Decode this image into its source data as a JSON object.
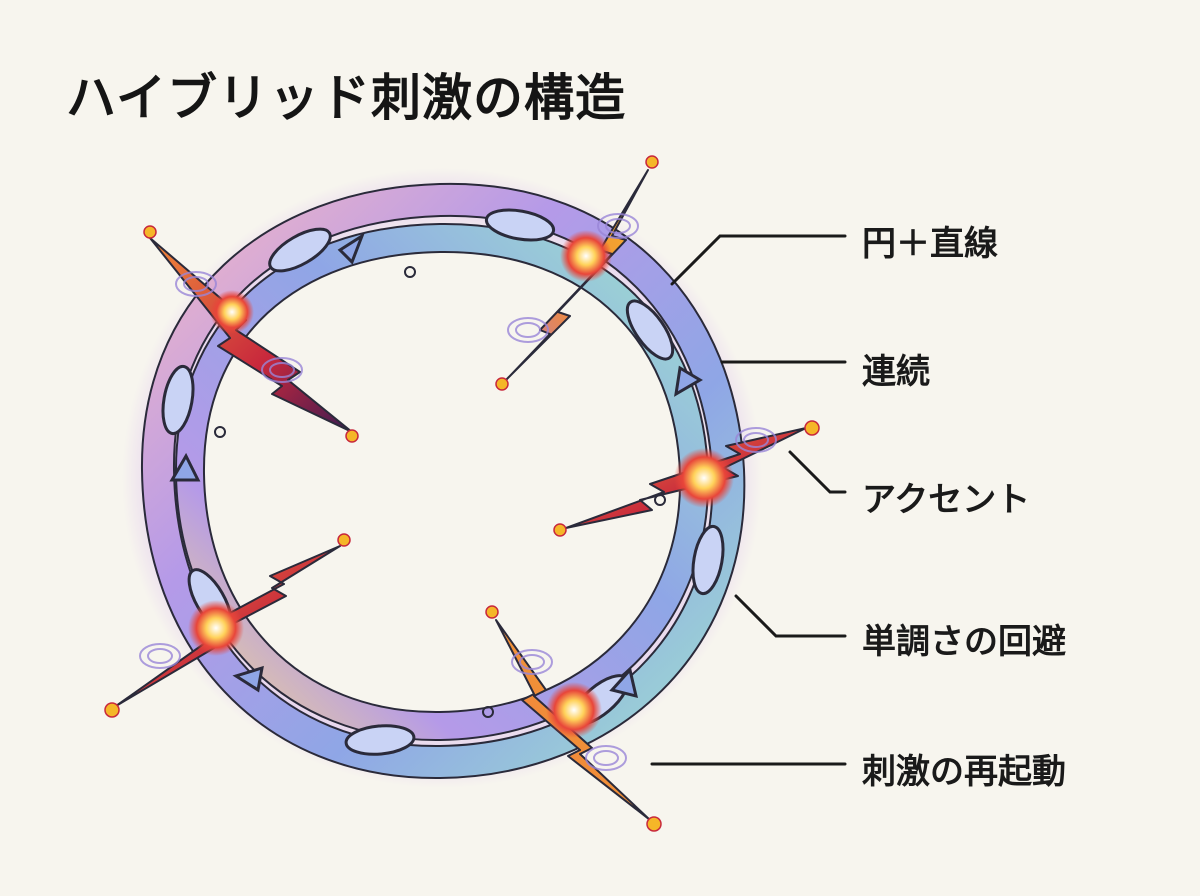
{
  "title": "ハイブリッド刺激の構造",
  "labels": [
    "円＋直線",
    "連続",
    "アクセント",
    "単調さの回避",
    "刺激の再起動"
  ],
  "colors": {
    "background": "#f7f5ee",
    "strand_blue": "#8fa6e6",
    "strand_teal": "#9fe0cf",
    "strand_pink": "#f3b7c6",
    "strand_purple": "#b59ae8",
    "strand_yellow": "#f3d98a",
    "glow": "#d8b7ee",
    "lightning_red": "#c8283c",
    "lightning_dark": "#3b1b52",
    "lightning_orange": "#f08a3a",
    "spark_gold": "#f5b628",
    "outline": "#2a2a3a"
  },
  "icons": [
    "braided-ring",
    "lightning-bolt",
    "spark-burst",
    "ripple-rings"
  ]
}
